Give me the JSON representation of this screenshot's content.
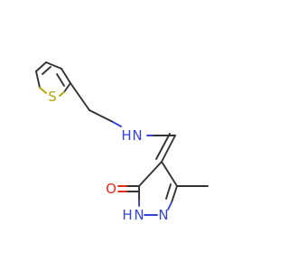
{
  "molecule": {
    "atoms": {
      "sulfur": "S",
      "amine_n": "N",
      "amine_h": "H",
      "oxygen": "O",
      "ring_nh_h": "H",
      "ring_nh_n": "N",
      "ring_n": "N"
    },
    "colors": {
      "bond": "#333333",
      "nitrogen": "#3346d8",
      "oxygen": "#e52a1e",
      "sulfur": "#b8a400",
      "background": "#ffffff"
    }
  }
}
